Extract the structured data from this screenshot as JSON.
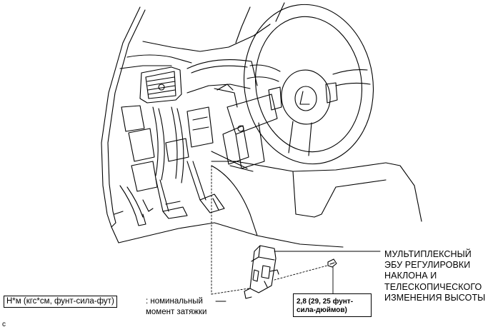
{
  "callout": {
    "lines": [
      "МУЛЬТИПЛЕКСНЫЙ",
      "ЭБУ РЕГУЛИРОВКИ",
      "НАКЛОНА И",
      "ТЕЛЕСКОПИЧЕСКОГО",
      "ИЗМЕНЕНИЯ ВЫСОТЫ"
    ]
  },
  "torque": {
    "lines": [
      "2,8 (29, 25 фунт-",
      "сила-дюймов)"
    ]
  },
  "legend": {
    "unit": "Н*м (кгс*см, фунт-сила-фут)",
    "description_lines": [
      ": номинальный",
      "момент затяжки"
    ]
  },
  "corner_code": "c"
}
